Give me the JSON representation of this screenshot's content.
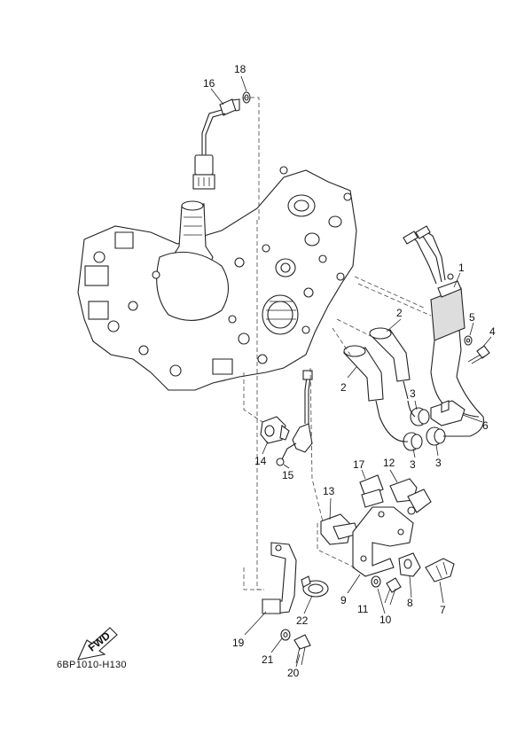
{
  "diagram": {
    "drawing_code": "6BP1010-H130",
    "fwd_label": "FWD",
    "callouts": [
      "1",
      "2",
      "2",
      "3",
      "3",
      "3",
      "4",
      "5",
      "6",
      "7",
      "8",
      "9",
      "10",
      "11",
      "12",
      "13",
      "14",
      "15",
      "16",
      "17",
      "18",
      "19",
      "20",
      "21",
      "22"
    ]
  }
}
